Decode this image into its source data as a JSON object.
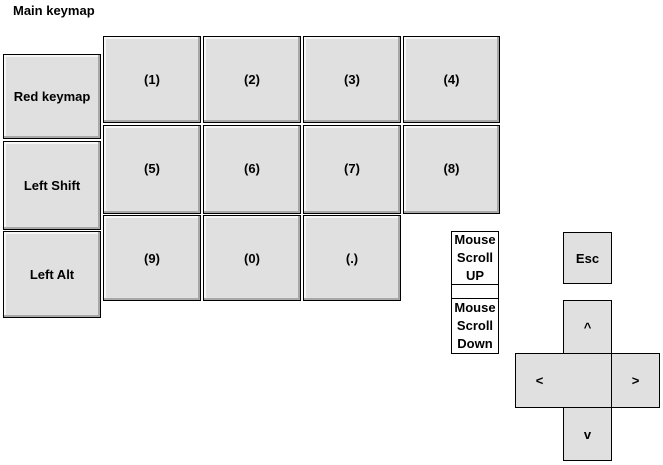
{
  "title": "Main keymap",
  "modifiers": {
    "red_keymap": "Red keymap",
    "left_shift": "Left Shift",
    "left_alt": "Left Alt"
  },
  "numpad": {
    "k1": "(1)",
    "k2": "(2)",
    "k3": "(3)",
    "k4": "(4)",
    "k5": "(5)",
    "k6": "(6)",
    "k7": "(7)",
    "k8": "(8)",
    "k9": "(9)",
    "k0": "(0)",
    "kdot": "(.)"
  },
  "mouse": {
    "scroll_up": [
      "Mouse",
      "Scroll",
      "UP"
    ],
    "scroll_down": [
      "Mouse",
      "Scroll",
      "Down"
    ]
  },
  "esc": "Esc",
  "dpad": {
    "up": "^",
    "down": "v",
    "left": "<",
    "right": ">"
  },
  "colors": {
    "key_fill": "#e0e0e0",
    "border": "#000000",
    "background": "#ffffff"
  }
}
